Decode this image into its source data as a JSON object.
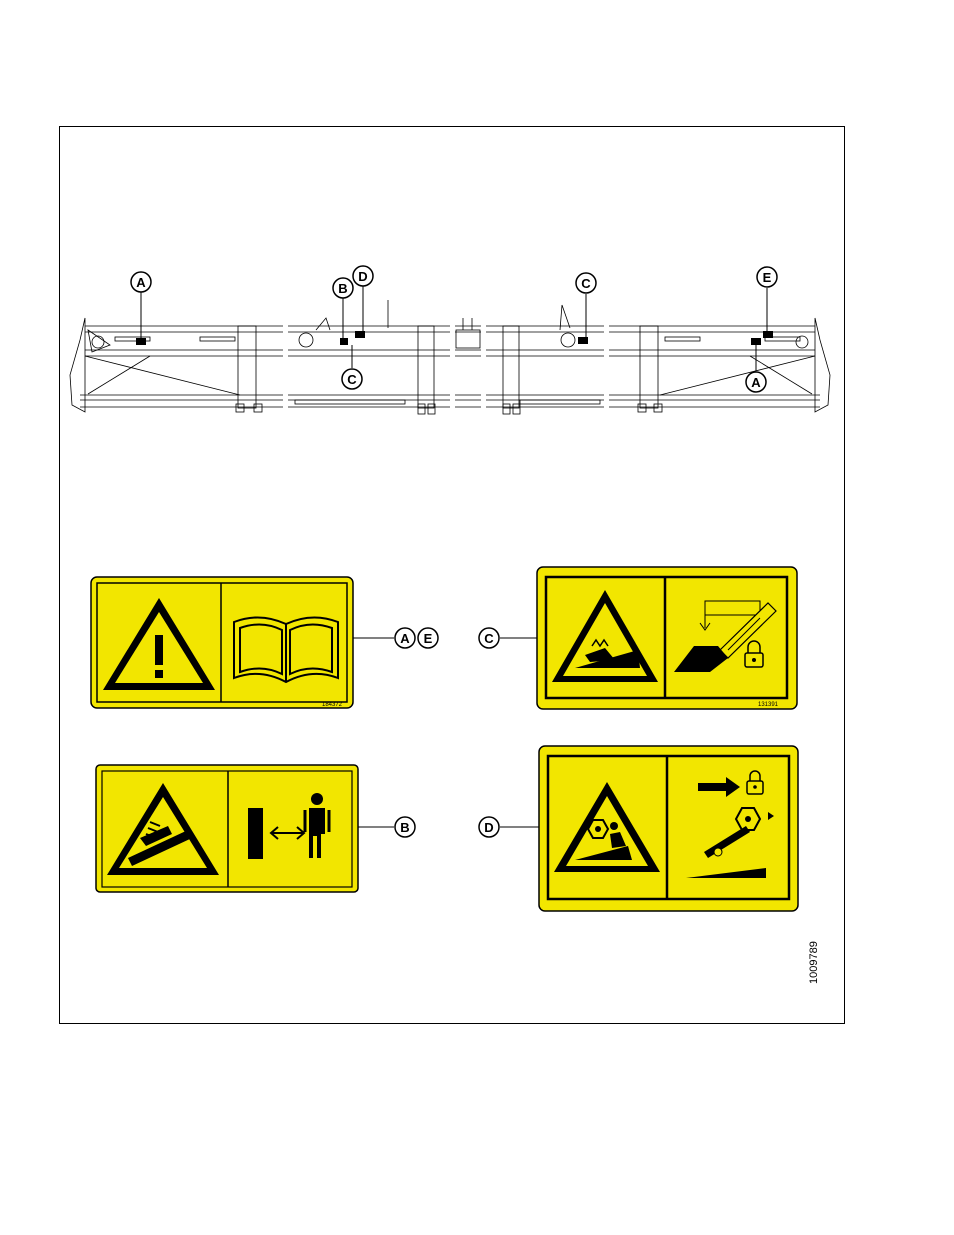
{
  "figure_number": "1009789",
  "callouts": {
    "a": "A",
    "b": "B",
    "c": "C",
    "d": "D",
    "e": "E"
  },
  "decals": {
    "ae": {
      "part_number": "184372",
      "callouts": [
        "A",
        "E"
      ]
    },
    "c": {
      "part_number": "131391",
      "callouts": [
        "C"
      ]
    },
    "b": {
      "part_number": "",
      "callouts": [
        "B"
      ]
    },
    "d": {
      "part_number": "",
      "callouts": [
        "D"
      ]
    }
  },
  "colors": {
    "decal_yellow": "#f2e600",
    "line": "#000000"
  },
  "icons": {
    "warning": "warning-triangle-icon",
    "manual": "open-book-icon",
    "cutterbar": "cutterbar-hazard-icon",
    "lock": "padlock-icon",
    "crush": "crush-hazard-icon",
    "distance": "keep-away-icon",
    "reel": "reel-hazard-icon"
  }
}
